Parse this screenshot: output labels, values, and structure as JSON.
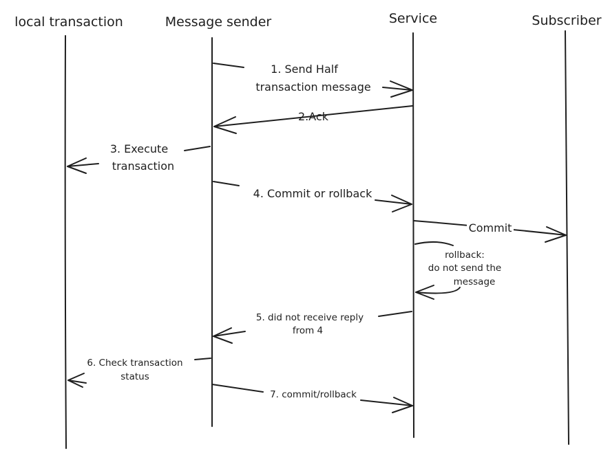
{
  "participants": {
    "local_transaction": "local transaction",
    "message_sender": "Message sender",
    "service": "Service",
    "subscriber": "Subscriber"
  },
  "messages": {
    "m1_line1": "1. Send Half",
    "m1_line2": "transaction message",
    "m2": "2.Ack",
    "m3_line1": "3. Execute",
    "m3_line2": "transaction",
    "m4": "4. Commit or rollback",
    "commit": "Commit",
    "rollback_line1": "rollback:",
    "rollback_line2": "do not send the",
    "rollback_line3": "message",
    "m5_line1": "5. did not receive reply",
    "m5_line2": "from 4",
    "m6_line1": "6. Check transaction",
    "m6_line2": "status",
    "m7": "7. commit/rollback"
  }
}
